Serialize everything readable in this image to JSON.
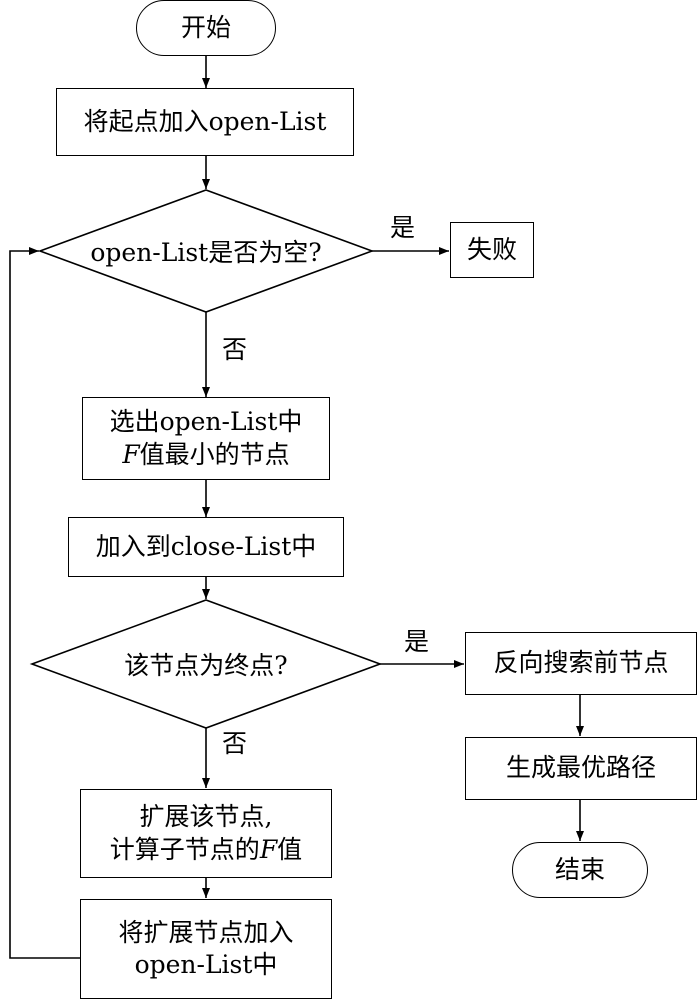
{
  "nodes": {
    "start": "开始",
    "add_start": "将起点加入open-List",
    "open_empty": "open-List是否为空?",
    "fail": "失败",
    "select_line1": "选出open-List中",
    "select_line2_var": "F",
    "select_line2_rest": "值最小的节点",
    "add_close": "加入到close-List中",
    "is_goal": "该节点为终点?",
    "backtrack": "反向搜索前节点",
    "gen_path": "生成最优路径",
    "end": "结束",
    "expand_line1": "扩展该节点,",
    "expand_line2_pre": "计算子节点的",
    "expand_line2_var": "F",
    "expand_line2_post": "值",
    "add_open_line1": "将扩展节点加入",
    "add_open_line2": "open-List中"
  },
  "labels": {
    "yes_1": "是",
    "no_1": "否",
    "yes_2": "是",
    "no_2": "否"
  }
}
